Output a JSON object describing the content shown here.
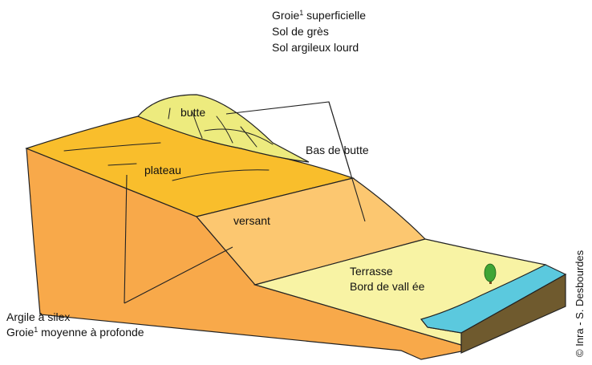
{
  "diagram": {
    "top_labels": {
      "line1_word": "Groie",
      "line1_sup": "1",
      "line1_rest": " superficielle",
      "line2": "Sol de grès",
      "line3": "Sol argileux lourd"
    },
    "zones": {
      "butte": "butte",
      "plateau": "plateau",
      "bas_de_butte": "Bas de butte",
      "versant": "versant",
      "terrasse": "Terrasse",
      "bord_vallee": "Bord de vall ée"
    },
    "bottom_labels": {
      "line1": "Argile à silex",
      "line2_word": "Groie",
      "line2_sup": "1",
      "line2_rest": " moyenne à profonde"
    },
    "credit": "© Inra - S. Desbourdes",
    "colors": {
      "butte": "#EDEB7E",
      "plateau": "#F9BE2C",
      "versant": "#FCC770",
      "terrasse": "#F8F3A4",
      "cliff": "#F8A94A",
      "water": "#5BC9DE",
      "soil_side": "#6F5A2E",
      "tree": "#3FA535",
      "trunk": "#7A4A1E"
    }
  }
}
